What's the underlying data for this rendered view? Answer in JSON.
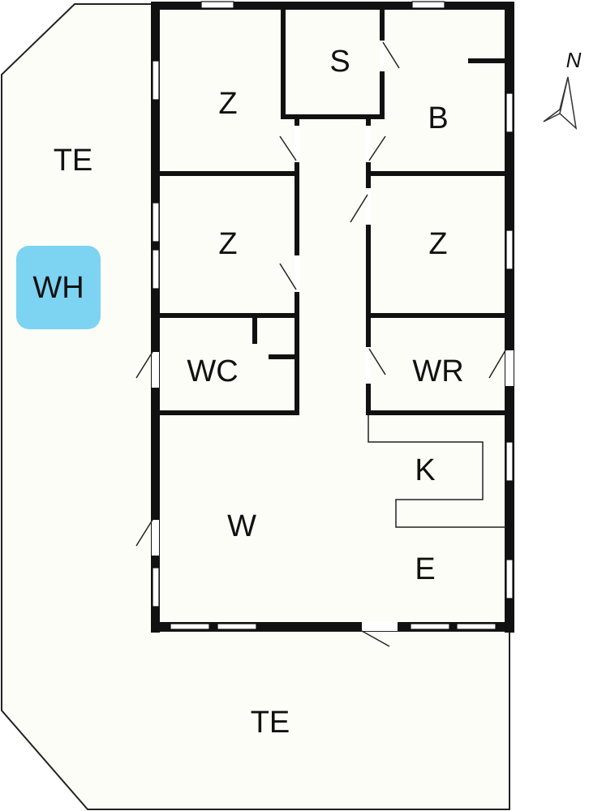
{
  "colors": {
    "background": "#fdfdf7",
    "walls": "#111111",
    "highlight": "#7dd3f2"
  },
  "compass": {
    "label": "N",
    "icon": "north-arrow-icon"
  },
  "rooms": {
    "terrace_top": "TE",
    "terrace_bottom": "TE",
    "whirlpool": "WH",
    "bedroom_1": "Z",
    "storage": "S",
    "bathroom": "B",
    "bedroom_2": "Z",
    "bedroom_3": "Z",
    "toilet": "WC",
    "utility": "WR",
    "kitchen": "K",
    "living": "W",
    "dining": "E"
  }
}
